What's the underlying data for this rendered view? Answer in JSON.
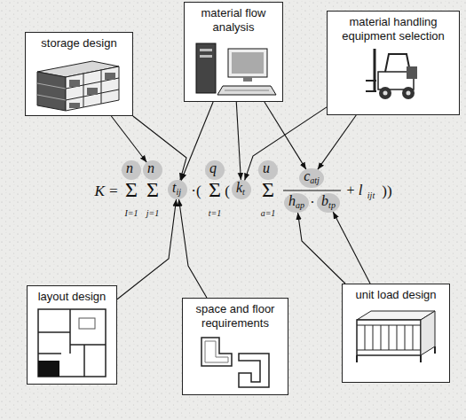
{
  "diagram": {
    "nodes": [
      {
        "text": [
          "storage design"
        ]
      },
      {
        "text": [
          "material flow analysis"
        ]
      },
      {
        "text": [
          "material handling equipment selection"
        ]
      },
      {
        "text": [
          "n"
        ]
      },
      {
        "text": [
          "n"
        ]
      },
      {
        "text": [
          "t",
          "ij"
        ]
      },
      {
        "text": [
          "q"
        ]
      },
      {
        "text": [
          "k",
          "t"
        ]
      },
      {
        "text": [
          "u"
        ]
      },
      {
        "text": [
          "c",
          "atj"
        ]
      },
      {
        "text": [
          "h",
          "ap"
        ]
      },
      {
        "text": [
          "b",
          "tp"
        ]
      },
      {
        "text": [
          "layout design"
        ]
      },
      {
        "text": [
          "space and floor requirements"
        ]
      },
      {
        "text": [
          "unit load design"
        ]
      }
    ],
    "edges": [
      {
        "from": 0,
        "to": 4,
        "arrow": "to"
      },
      {
        "from": 0,
        "to": 5,
        "arrow": "to"
      },
      {
        "from": 1,
        "to": 5,
        "arrow": "to"
      },
      {
        "from": 1,
        "to": 7,
        "arrow": "to"
      },
      {
        "from": 1,
        "to": 9,
        "arrow": "to"
      },
      {
        "from": 2,
        "to": 7,
        "arrow": "to"
      },
      {
        "from": 2,
        "to": 9,
        "arrow": "to"
      },
      {
        "from": 12,
        "to": 5,
        "arrow": "to"
      },
      {
        "from": 13,
        "to": 5,
        "arrow": "to"
      },
      {
        "from": 14,
        "to": 10,
        "arrow": "to"
      },
      {
        "from": 14,
        "to": 11,
        "arrow": "to"
      }
    ],
    "labels": [
      "K =",
      "Σ",
      "I=1",
      "Σ",
      "j=1",
      "·(",
      "Σ",
      "t=1",
      "(",
      "Σ",
      "a=1",
      "·",
      "+",
      "l",
      "ijt",
      "))"
    ]
  }
}
